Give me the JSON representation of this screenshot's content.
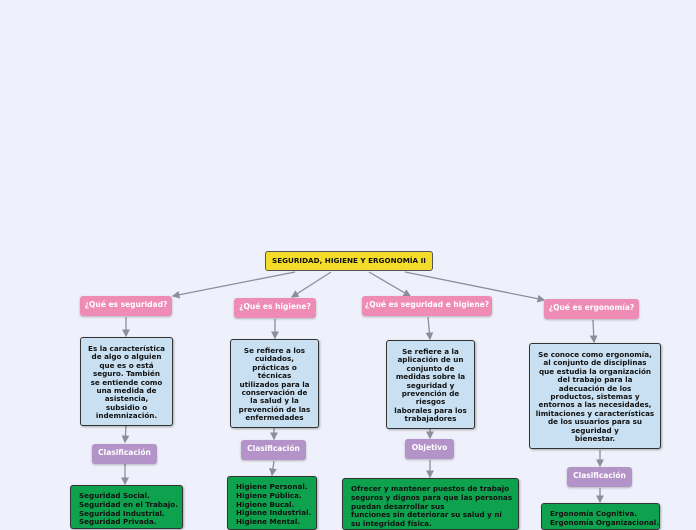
{
  "title": "SEGURIDAD, HIGIENE Y ERGONOMÍA II",
  "branches": [
    {
      "question": "¿Qué es seguridad?",
      "description": "Es la característica\nde algo o alguien\nque es o está\nseguro. También\nse entiende como\nuna medida de\nasistencia,\nsubsidio o\nindemnización.",
      "sublabel": "Clasificación",
      "items": [
        "Seguridad Social.",
        "Seguridad en el Trabajo.",
        "Seguridad Industrial.",
        "Seguridad Privada."
      ]
    },
    {
      "question": "¿Qué es higiene?",
      "description": "Se refiere a los\ncuidados,\nprácticas o\ntécnicas\nutilizados para la\nconservación de\nla salud y la\nprevención de las\nenfermedades",
      "sublabel": "Clasificación",
      "items": [
        "Higiene Personal.",
        "Higiene Pública.",
        "Higiene Bucal.",
        "Higiene Industrial.",
        "Higiene Mental."
      ]
    },
    {
      "question": "¿Qué es seguridad e higiene?",
      "description": "Se refiere a la\naplicación de un\nconjunto de\nmedidas sobre la\nseguridad y\nprevención de\nriesgos\nlaborales para los\ntrabajadores",
      "sublabel": "Objetivo",
      "items": [
        "Ofrecer y mantener puestos de trabajo",
        "seguros y dignos para que las personas",
        "puedan desarrollar sus",
        "funciones sin deteriorar su salud y ni",
        "su integridad física."
      ]
    },
    {
      "question": "¿Qué es ergonomía?",
      "description": "Se conoce como ergonomía,\nal conjunto de disciplinas\nque estudia la organización\ndel trabajo para la\nadecuación de los\nproductos, sistemas y\nentornos a las necesidades,\nlimitaciones y características\nde los usuarios para su\nseguridad y\nbienestar.",
      "sublabel": "Clasificación",
      "items": [
        "Ergonomía Cognitiva.",
        "Ergonomía Organizacional."
      ]
    }
  ],
  "colors": {
    "title": "#f4dd2a",
    "question": "#ef8cb6",
    "description": "#c8e0f2",
    "sublabel": "#b493c8",
    "items": "#0ea24e",
    "connector": "#8a8f99"
  }
}
